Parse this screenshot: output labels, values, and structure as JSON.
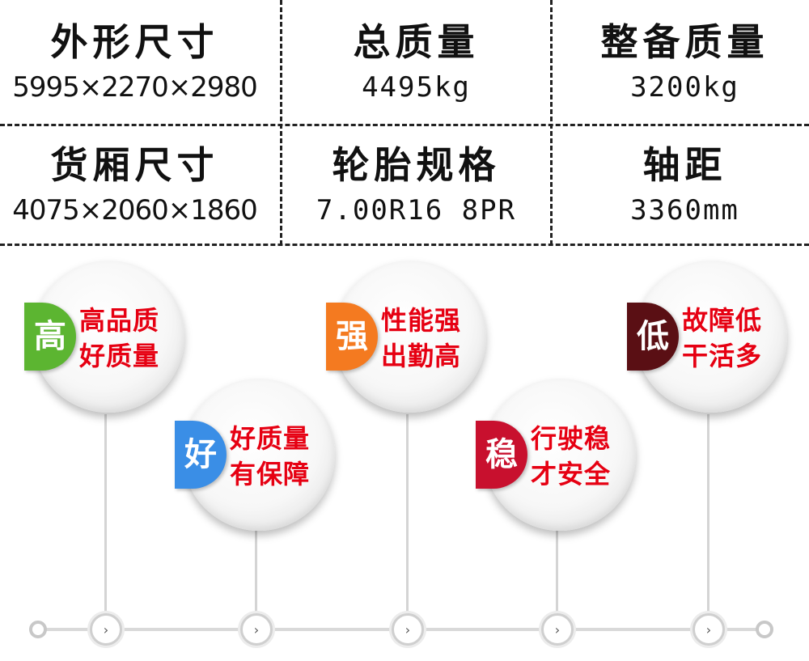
{
  "specs": [
    {
      "label": "外形尺寸",
      "value": "5995×2270×2980"
    },
    {
      "label": "总质量",
      "value": "4495kg"
    },
    {
      "label": "整备质量",
      "value": "3200kg"
    },
    {
      "label": "货厢尺寸",
      "value": "4075×2060×1860"
    },
    {
      "label": "轮胎规格",
      "value": "7.00R16 8PR"
    },
    {
      "label": "轴距",
      "value": "3360mm"
    }
  ],
  "features": [
    {
      "badge": "高",
      "line1": "高品质",
      "line2": "好质量",
      "color": "#5cb531"
    },
    {
      "badge": "好",
      "line1": "好质量",
      "line2": "有保障",
      "color": "#3a8ee6"
    },
    {
      "badge": "强",
      "line1": "性能强",
      "line2": "出勤高",
      "color": "#f47a20"
    },
    {
      "badge": "稳",
      "line1": "行驶稳",
      "line2": "才安全",
      "color": "#c8102e"
    },
    {
      "badge": "低",
      "line1": "故障低",
      "line2": "干活多",
      "color": "#5a0f14"
    }
  ],
  "timeline": {
    "node_icon": "chevron-right-icon",
    "node_glyph": "›"
  },
  "colors": {
    "text_red": "#e60012",
    "line_gray": "#d4d4d4"
  }
}
